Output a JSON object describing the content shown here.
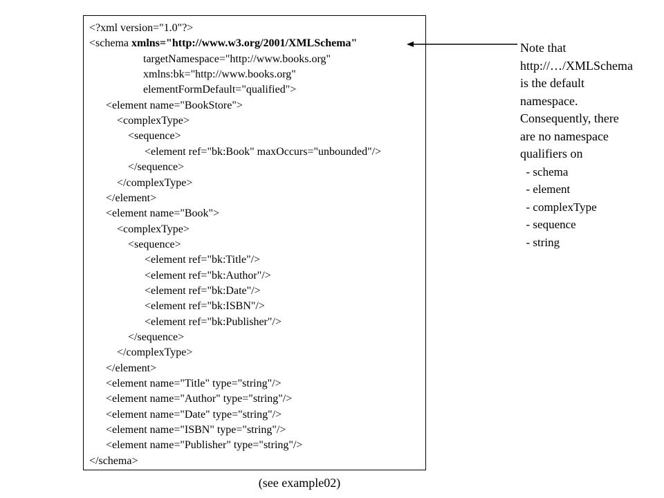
{
  "code": {
    "lines": [
      {
        "indent": 0,
        "text": "<?xml version=\"1.0\"?>"
      },
      {
        "indent": 0,
        "prefix": "<schema ",
        "bold": "xmlns=\"http://www.w3.org/2001/XMLSchema\"",
        "text": ""
      },
      {
        "indent": 3,
        "text": "targetNamespace=\"http://www.books.org\""
      },
      {
        "indent": 3,
        "text": "xmlns:bk=\"http://www.books.org\""
      },
      {
        "indent": 3,
        "text": "elementFormDefault=\"qualified\">"
      },
      {
        "indent": 1,
        "text": "<element name=\"BookStore\">"
      },
      {
        "indent": 2,
        "text": "<complexType>"
      },
      {
        "indent": 3,
        "text": "<sequence>"
      },
      {
        "indent": 4,
        "text": "<element ref=\"bk:Book\" maxOccurs=\"unbounded\"/>"
      },
      {
        "indent": 3,
        "text": "</sequence>"
      },
      {
        "indent": 2,
        "text": "</complexType>"
      },
      {
        "indent": 1,
        "text": "</element>"
      },
      {
        "indent": 1,
        "text": "<element name=\"Book\">"
      },
      {
        "indent": 2,
        "text": "<complexType>"
      },
      {
        "indent": 3,
        "text": "<sequence>"
      },
      {
        "indent": 4,
        "text": "<element ref=\"bk:Title\"/>"
      },
      {
        "indent": 4,
        "text": "<element ref=\"bk:Author\"/>"
      },
      {
        "indent": 4,
        "text": "<element ref=\"bk:Date\"/>"
      },
      {
        "indent": 4,
        "text": "<element ref=\"bk:ISBN\"/>"
      },
      {
        "indent": 4,
        "text": "<element ref=\"bk:Publisher\"/>"
      },
      {
        "indent": 3,
        "text": "</sequence>"
      },
      {
        "indent": 2,
        "text": "</complexType>"
      },
      {
        "indent": 1,
        "text": "</element>"
      },
      {
        "indent": 1,
        "text": "<element name=\"Title\" type=\"string\"/>"
      },
      {
        "indent": 1,
        "text": "<element name=\"Author\" type=\"string\"/>"
      },
      {
        "indent": 1,
        "text": "<element name=\"Date\" type=\"string\"/>"
      },
      {
        "indent": 1,
        "text": "<element name=\"ISBN\" type=\"string\"/>"
      },
      {
        "indent": 1,
        "text": "<element name=\"Publisher\" type=\"string\"/>"
      },
      {
        "indent": 0,
        "text": "</schema>"
      }
    ]
  },
  "note": {
    "lines": [
      "Note that",
      "http://…/XMLSchema",
      "is the default",
      "namespace.",
      "Consequently, there",
      "are no namespace",
      "qualifiers on"
    ],
    "items": [
      "  - schema",
      "  - element",
      "  - complexType",
      "  - sequence",
      "  - string"
    ]
  },
  "caption": "(see example02)"
}
